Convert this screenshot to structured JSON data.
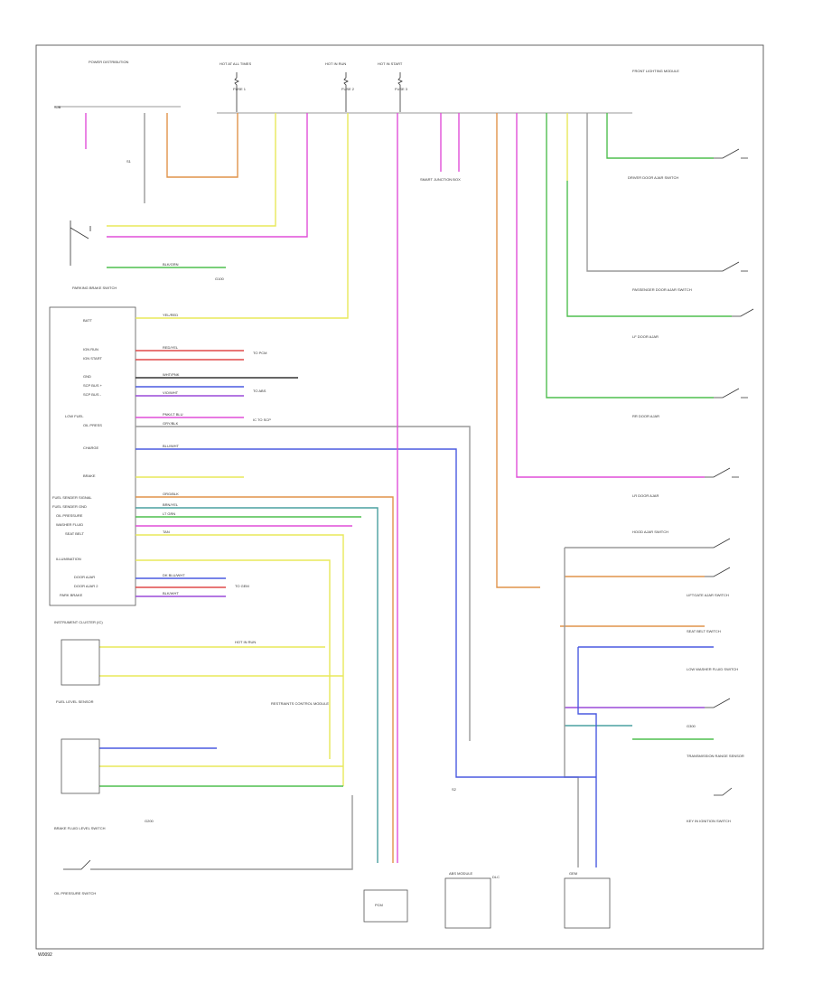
{
  "footer": {
    "ref": "W0092"
  },
  "top_labels": {
    "hot_at_all_times_1": "HOT AT ALL TIMES",
    "hot_in_run_1": "HOT IN RUN",
    "hot_in_run_2": "HOT IN RUN",
    "hot_in_start": "HOT IN START",
    "fuse_1": "FUSE 1",
    "fuse_2": "FUSE 2",
    "fuse_3": "FUSE 3",
    "body_control": "SMART JUNCTION BOX",
    "sjb_upper": "SJB",
    "power_dist": "POWER DISTRIBUTION",
    "front_lighting_module": "FRONT LIGHTING MODULE"
  },
  "modules": {
    "instrument_cluster": "INSTRUMENT CLUSTER (IC)",
    "parking_brake_switch": "PARKING BRAKE SWITCH",
    "fuel_level_sensor": "FUEL LEVEL SENSOR",
    "oil_pressure_switch": "OIL PRESSURE SWITCH",
    "brake_fluid_level": "BRAKE FLUID LEVEL SWITCH",
    "pcm": "PCM",
    "gem": "GEM",
    "abs_module": "ABS MODULE",
    "airbag_module": "RESTRAINTS CONTROL MODULE",
    "driver_door_ajar": "DRIVER DOOR AJAR SWITCH",
    "pass_door_ajar": "PASSENGER DOOR AJAR SWITCH",
    "lf_door_ajar": "LF DOOR AJAR",
    "rr_door_ajar": "RR DOOR AJAR",
    "lr_door_ajar": "LR DOOR AJAR",
    "liftgate_ajar": "LIFTGATE AJAR SWITCH",
    "hood_ajar": "HOOD AJAR SWITCH",
    "seat_belt_switch": "SEAT BELT SWITCH",
    "low_washer_fluid": "LOW WASHER FLUID SWITCH",
    "trans_range": "TRANSMISSION RANGE SENSOR",
    "key_in_ignition": "KEY IN IGNITION SWITCH",
    "dlc": "DLC"
  },
  "ic_pins": [
    "BATT",
    "IGN RUN",
    "IGN START",
    "GND",
    "SCP BUS +",
    "SCP BUS -",
    "LOW FUEL",
    "OIL PRESS",
    "CHARGE",
    "BRAKE",
    "FUEL SENDER SIGNAL",
    "FUEL SENDER GND",
    "OIL PRESSURE",
    "WASHER FLUID",
    "SEAT BELT",
    "ILLUMINATION",
    "DOOR AJAR",
    "DOOR AJAR 2",
    "PARK BRAKE"
  ],
  "wire_codes": [
    "YEL/RED",
    "RED/YEL",
    "BLK/GRN",
    "PNK/LT BLU",
    "WHT/PNK",
    "GRY/BLK",
    "BLU/WHT",
    "VIO/WHT",
    "TAN",
    "LT GRN",
    "ORG/BLK",
    "DK BLU/WHT",
    "BRN/YEL",
    "BLK/WHT"
  ],
  "notes": {
    "splice_s1": "S1",
    "splice_s2": "S2",
    "ground_g1": "G100",
    "ground_g2": "G200",
    "ground_g3": "G300",
    "to_pcm": "TO PCM",
    "to_abs": "TO ABS",
    "to_gem": "TO GEM",
    "ic_to_scp": "IC TO SCP"
  },
  "colors": {
    "yellow": "#e8e85a",
    "magenta": "#e04fd8",
    "green": "#4fbf4f",
    "red": "#e04a4a",
    "blue": "#4a5ae0",
    "orange": "#e0934a",
    "teal": "#4aa0a0",
    "violet": "#9a4ad8",
    "gray": "#9a9a9a"
  }
}
